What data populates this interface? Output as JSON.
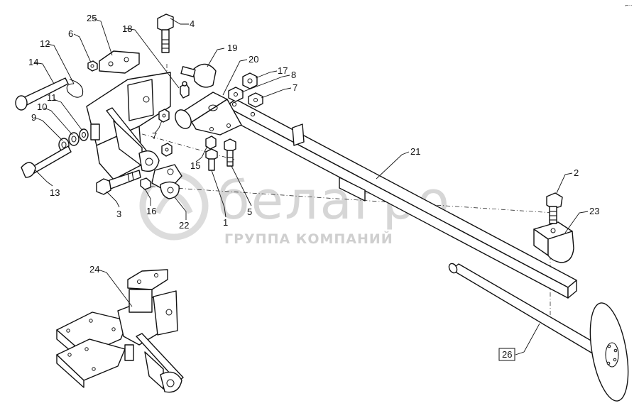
{
  "watermark": {
    "brand": "белагро",
    "tagline": "ГРУППА КОМПАНИЙ",
    "colors": {
      "text": "#d6d6d6",
      "ring": "#dcdcdc"
    }
  },
  "corner_mark": "⌐··",
  "callouts": {
    "c1": "1",
    "c2": "2",
    "c3": "3",
    "c4": "4",
    "c5": "5",
    "c6": "6",
    "c7a": "7",
    "c7b": "7",
    "c8": "8",
    "c9": "9",
    "c10": "10",
    "c11": "11",
    "c12": "12",
    "c13": "13",
    "c14": "14",
    "c15": "15",
    "c16": "16",
    "c17": "17",
    "c18": "18",
    "c19": "19",
    "c20": "20",
    "c21": "21",
    "c22": "22",
    "c23": "23",
    "c24": "24",
    "c25": "25",
    "c26": "26"
  },
  "boxed_callout": "c26",
  "line_color": "#111111"
}
